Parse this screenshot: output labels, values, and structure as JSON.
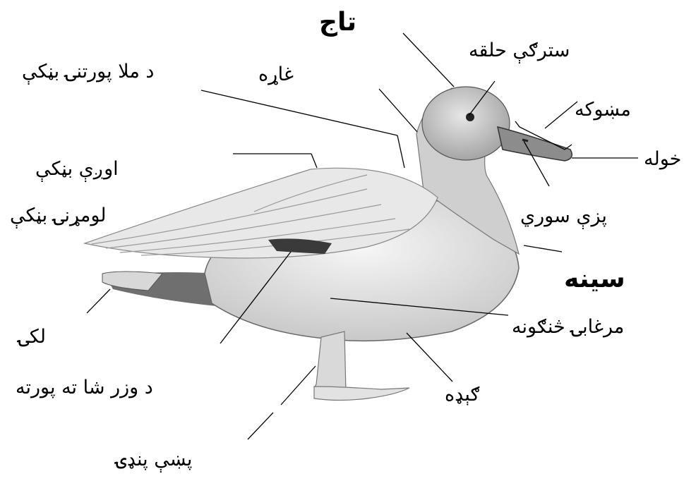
{
  "labels": {
    "crown": "تاج",
    "eye_ring": "سترګې حلقه",
    "neck": "غاړه",
    "shoulder_feathers": "د ملا پورتنۍ بڼکې",
    "bill": "مښوکه",
    "bill_tip": "خوله",
    "upper_wing_feathers": "اوږې بڼکې",
    "primary_feathers": "لومړنۍ بڼکې",
    "nostril": "پزې سوري",
    "breast": "سینه",
    "flank": "مرغابۍ څنګونه",
    "tail": "لکۍ",
    "belly": "ګېډه",
    "lower_tail": "د وزر شا ته پورته",
    "foot": "پښې پنډۍ"
  },
  "colors": {
    "line": "#000000",
    "body": "#eeeeee",
    "shadow": "#8a8a8a",
    "dark": "#4a4a4a"
  }
}
